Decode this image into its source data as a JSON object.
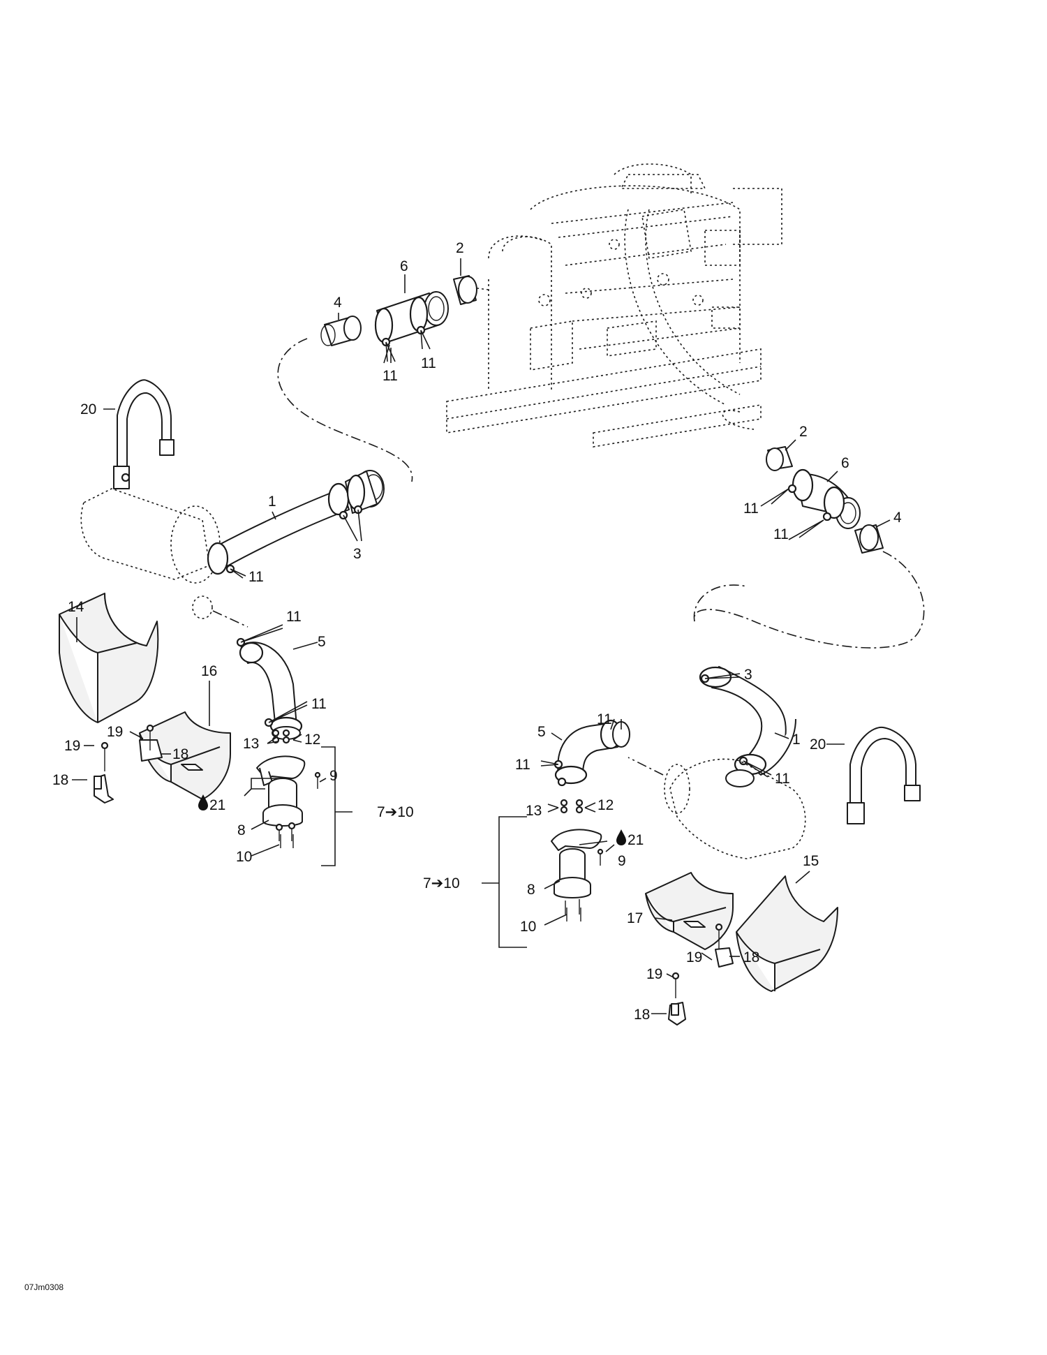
{
  "drawing_code": "07Jm0308",
  "callouts": {
    "c1_left": "1",
    "c1_right": "1",
    "c2_top": "2",
    "c2_right": "2",
    "c3_left": "3",
    "c3_right": "3",
    "c4_top": "4",
    "c4_right": "4",
    "c5_left": "5",
    "c5_right": "5",
    "c6_top": "6",
    "c6_right": "6",
    "c8_left": "8",
    "c8_right": "8",
    "c9_left": "9",
    "c9_right": "9",
    "c10_left": "10",
    "c10_right": "10",
    "c11_a": "11",
    "c11_b": "11",
    "c11_c": "11",
    "c11_d": "11",
    "c11_e": "11",
    "c11_f": "11",
    "c11_g": "11",
    "c11_h": "11",
    "c11_i": "11",
    "c11_j": "11",
    "c12_left": "12",
    "c12_right": "12",
    "c13_left": "13",
    "c13_right": "13",
    "c14": "14",
    "c15": "15",
    "c16": "16",
    "c17": "17",
    "c18_a": "18",
    "c18_b": "18",
    "c18_c": "18",
    "c18_d": "18",
    "c19_a": "19",
    "c19_b": "19",
    "c19_c": "19",
    "c19_d": "19",
    "c20_left": "20",
    "c20_right": "20",
    "c21_left": "21",
    "c21_right": "21",
    "range_left": "7➔10",
    "range_right": "7➔10"
  },
  "icons": {
    "lubricant": "drop-icon",
    "range_arrow": "arrow-right-icon"
  }
}
